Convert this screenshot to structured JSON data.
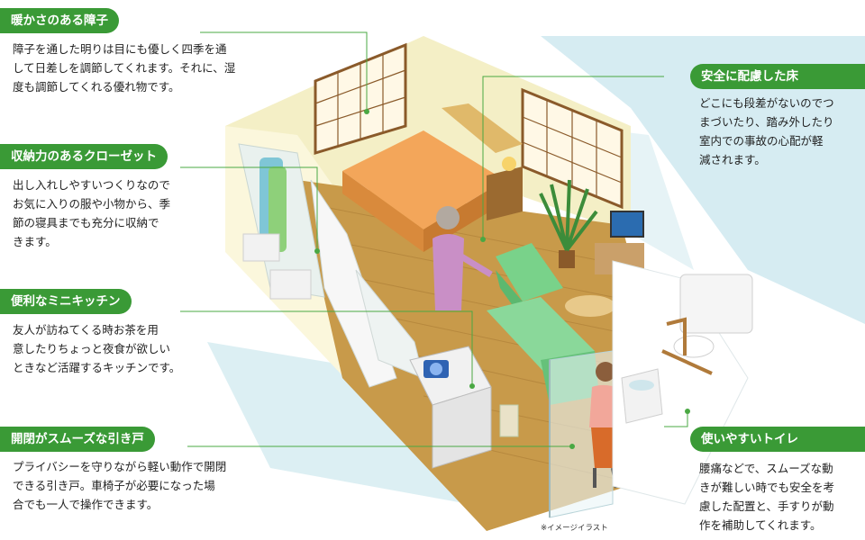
{
  "callouts": [
    {
      "id": "shoji",
      "title": "暖かさのある障子",
      "text": "障子を通した明りは目にも優しく四季を通\nして日差しを調節してくれます。それに、湿\n度も調節してくれる優れ物です。"
    },
    {
      "id": "closet",
      "title": "収納力のあるクローゼット",
      "text": "出し入れしやすいつくりなので\nお気に入りの服や小物から、季\n節の寝具までも充分に収納で\nきます。"
    },
    {
      "id": "kitchen",
      "title": "便利なミニキッチン",
      "text": "友人が訪ねてくる時お茶を用\n意したりちょっと夜食が欲しい\nときなど活躍するキッチンです。"
    },
    {
      "id": "door",
      "title": "開閉がスムーズな引き戸",
      "text": "プライバシーを守りながら軽い動作で開閉\nできる引き戸。車椅子が必要になった場\n合でも一人で操作できます。"
    },
    {
      "id": "floor",
      "title": "安全に配慮した床",
      "text": "どこにも段差がないのでつ\nまづいたり、踏み外したり\n室内での事故の心配が軽\n減されます。"
    },
    {
      "id": "toilet",
      "title": "使いやすいトイレ",
      "text": "腰痛などで、スムーズな動\nきが難しい時でも安全を考\n慮した配置と、手すりが動\n作を補助してくれます。"
    }
  ],
  "note": "※イメージイラスト",
  "colors": {
    "accent": "#3a9a36",
    "line": "#4aa843",
    "floor": "#c89a4a",
    "wall": "#f4efc6",
    "sky": "#cfe8ef"
  }
}
